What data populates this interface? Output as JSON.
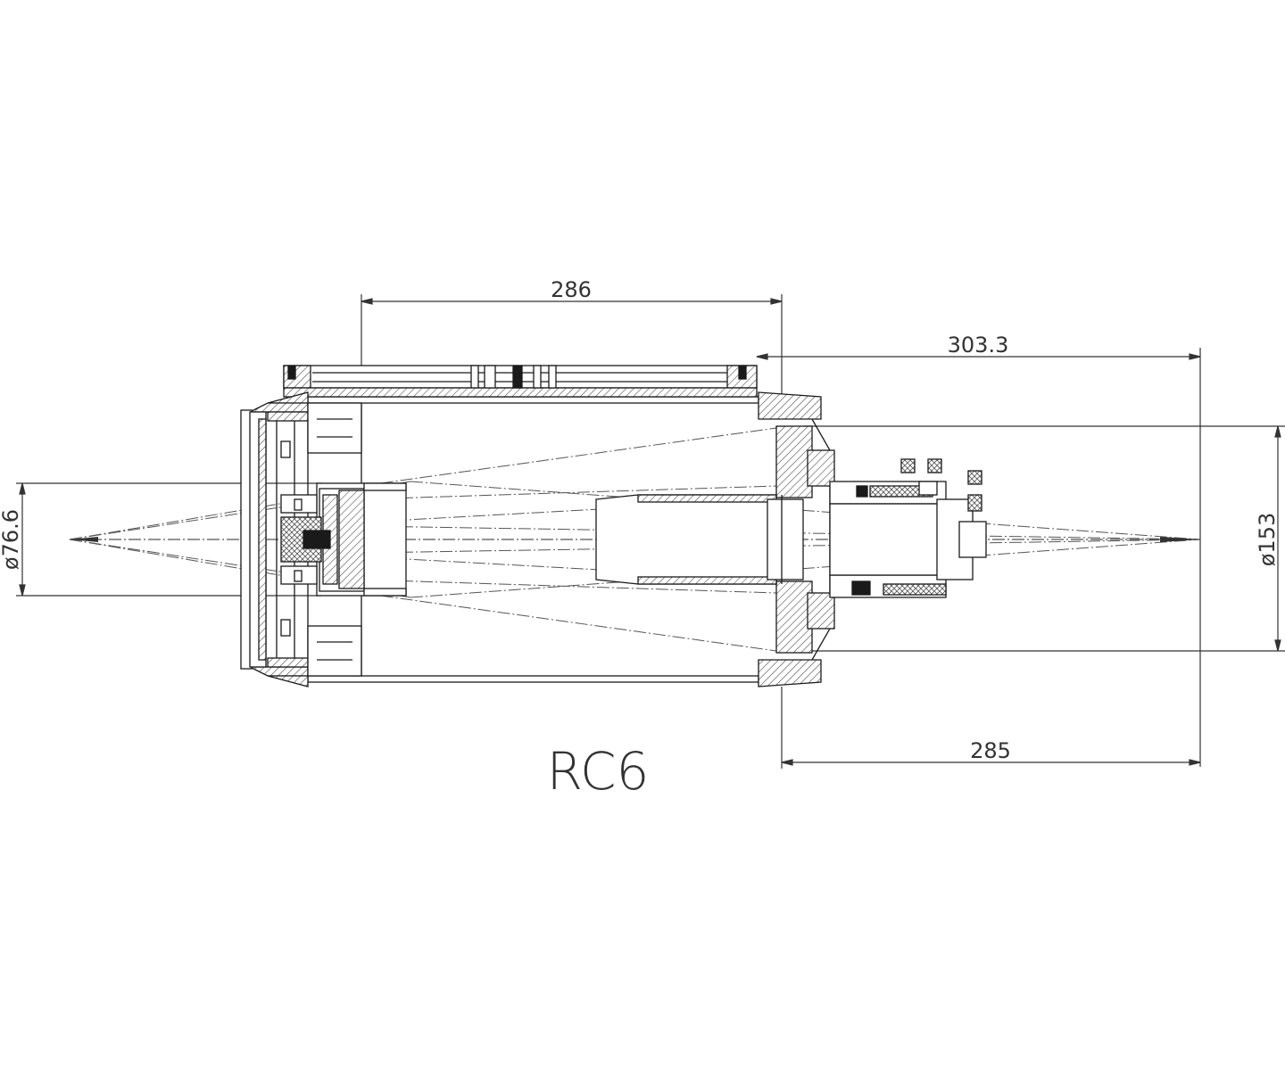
{
  "title": "RC6",
  "dimensions": {
    "tube_length": "286",
    "back_length": "303.3",
    "focus_distance": "285",
    "secondary_diameter": "ø76.6",
    "primary_diameter": "ø153"
  },
  "colors": {
    "line": "#1a1a1a",
    "hatch": "#444444",
    "ray": "#555555",
    "text": "#333333",
    "fill": "#ffffff"
  }
}
